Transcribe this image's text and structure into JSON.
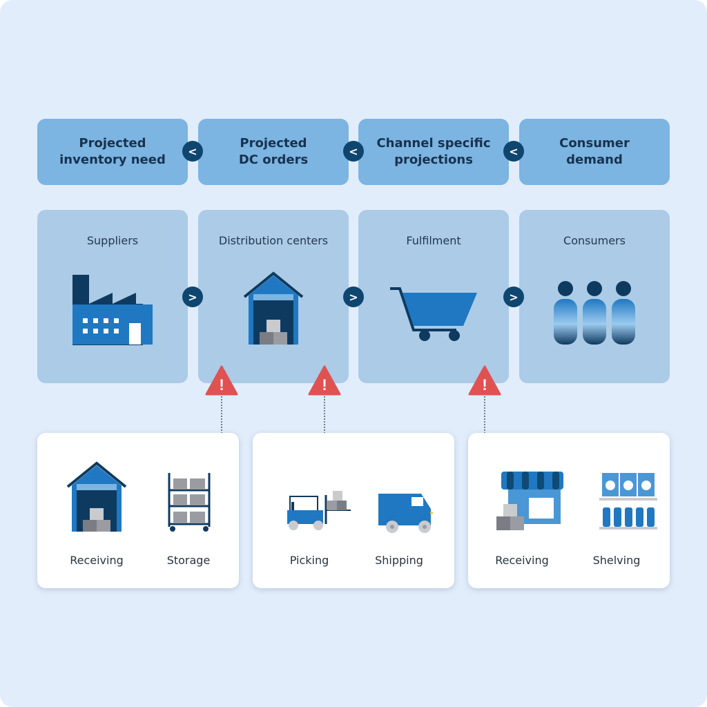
{
  "top_row": [
    {
      "label": "Projected\ninventory need"
    },
    {
      "label": "Projected\nDC orders"
    },
    {
      "label": "Channel specific\nprojections"
    },
    {
      "label": "Consumer\ndemand"
    }
  ],
  "stages": [
    {
      "label": "Suppliers",
      "icon": "factory-icon"
    },
    {
      "label": "Distribution centers",
      "icon": "warehouse-icon"
    },
    {
      "label": "Fulfilment",
      "icon": "shopping-cart-icon"
    },
    {
      "label": "Consumers",
      "icon": "people-icon"
    }
  ],
  "arrows": {
    "back": "<",
    "forward": ">"
  },
  "warning_symbol": "!",
  "detail_cards": [
    {
      "items": [
        {
          "label": "Receiving",
          "icon": "warehouse-icon"
        },
        {
          "label": "Storage",
          "icon": "shelving-rack-icon"
        }
      ]
    },
    {
      "items": [
        {
          "label": "Picking",
          "icon": "forklift-icon"
        },
        {
          "label": "Shipping",
          "icon": "van-icon"
        }
      ]
    },
    {
      "items": [
        {
          "label": "Receiving",
          "icon": "store-icon"
        },
        {
          "label": "Shelving",
          "icon": "shelf-products-icon"
        }
      ]
    }
  ],
  "colors": {
    "background": "#e2edfb",
    "top_box": "#7cb4e2",
    "stage_box": "#abcbe7",
    "arrow": "#0e4670",
    "warning": "#e05252",
    "icon_blue": "#1f78c1",
    "icon_dark": "#0f3a5f"
  }
}
